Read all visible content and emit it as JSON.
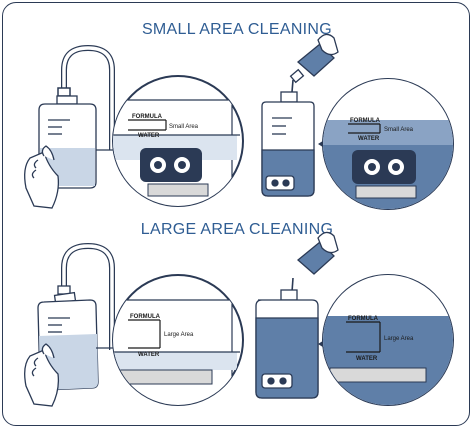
{
  "sections": [
    {
      "title": "SMALL AREA CLEANING",
      "left_zoom": {
        "top_label": "FORMULA",
        "bottom_label": "WATER",
        "side_label": "Small Area"
      },
      "right_zoom": {
        "top_label": "FORMULA",
        "bottom_label": "WATER",
        "side_label": "Small Area"
      }
    },
    {
      "title": "LARGE AREA CLEANING",
      "left_zoom": {
        "top_label": "FORMULA",
        "bottom_label": "WATER",
        "side_label": "Large Area"
      },
      "right_zoom": {
        "top_label": "FORMULA",
        "bottom_label": "WATER",
        "side_label": "Large Area"
      }
    }
  ],
  "colors": {
    "title": "#2f5d93",
    "outline": "#2b3a55",
    "fill_light": "#c9d6e6",
    "fill_dark": "#5f7fa8"
  },
  "icons": [
    "faucet-icon",
    "bottle-icon",
    "hand-icon",
    "formula-bottle-icon",
    "arrow-left-icon",
    "magnifier-circle-icon"
  ]
}
